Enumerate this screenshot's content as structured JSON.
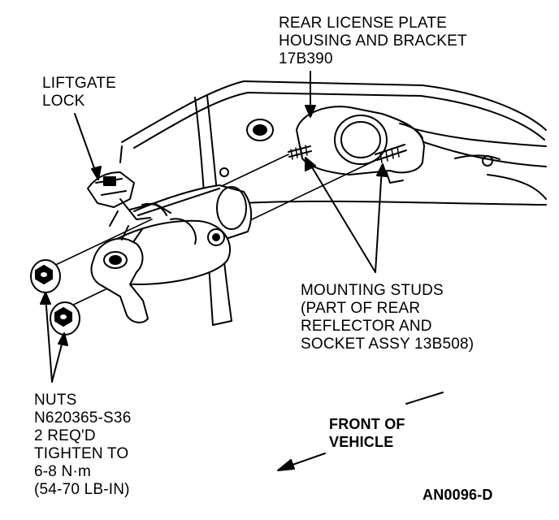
{
  "labels": {
    "license_plate": [
      "REAR LICENSE PLATE",
      "HOUSING AND BRACKET",
      "17B390"
    ],
    "liftgate_lock": [
      "LIFTGATE",
      "LOCK"
    ],
    "mounting_studs": [
      "MOUNTING STUDS",
      "(PART OF REAR",
      "REFLECTOR AND",
      "SOCKET ASSY 13B508)"
    ],
    "nuts": [
      "NUTS",
      "N620365-S36",
      "2 REQ'D",
      "TIGHTEN TO",
      "6-8 N·m",
      "(54-70 LB-IN)"
    ],
    "front_of_vehicle": [
      "FRONT OF",
      "VEHICLE"
    ],
    "figure_code": "AN0096-D"
  }
}
